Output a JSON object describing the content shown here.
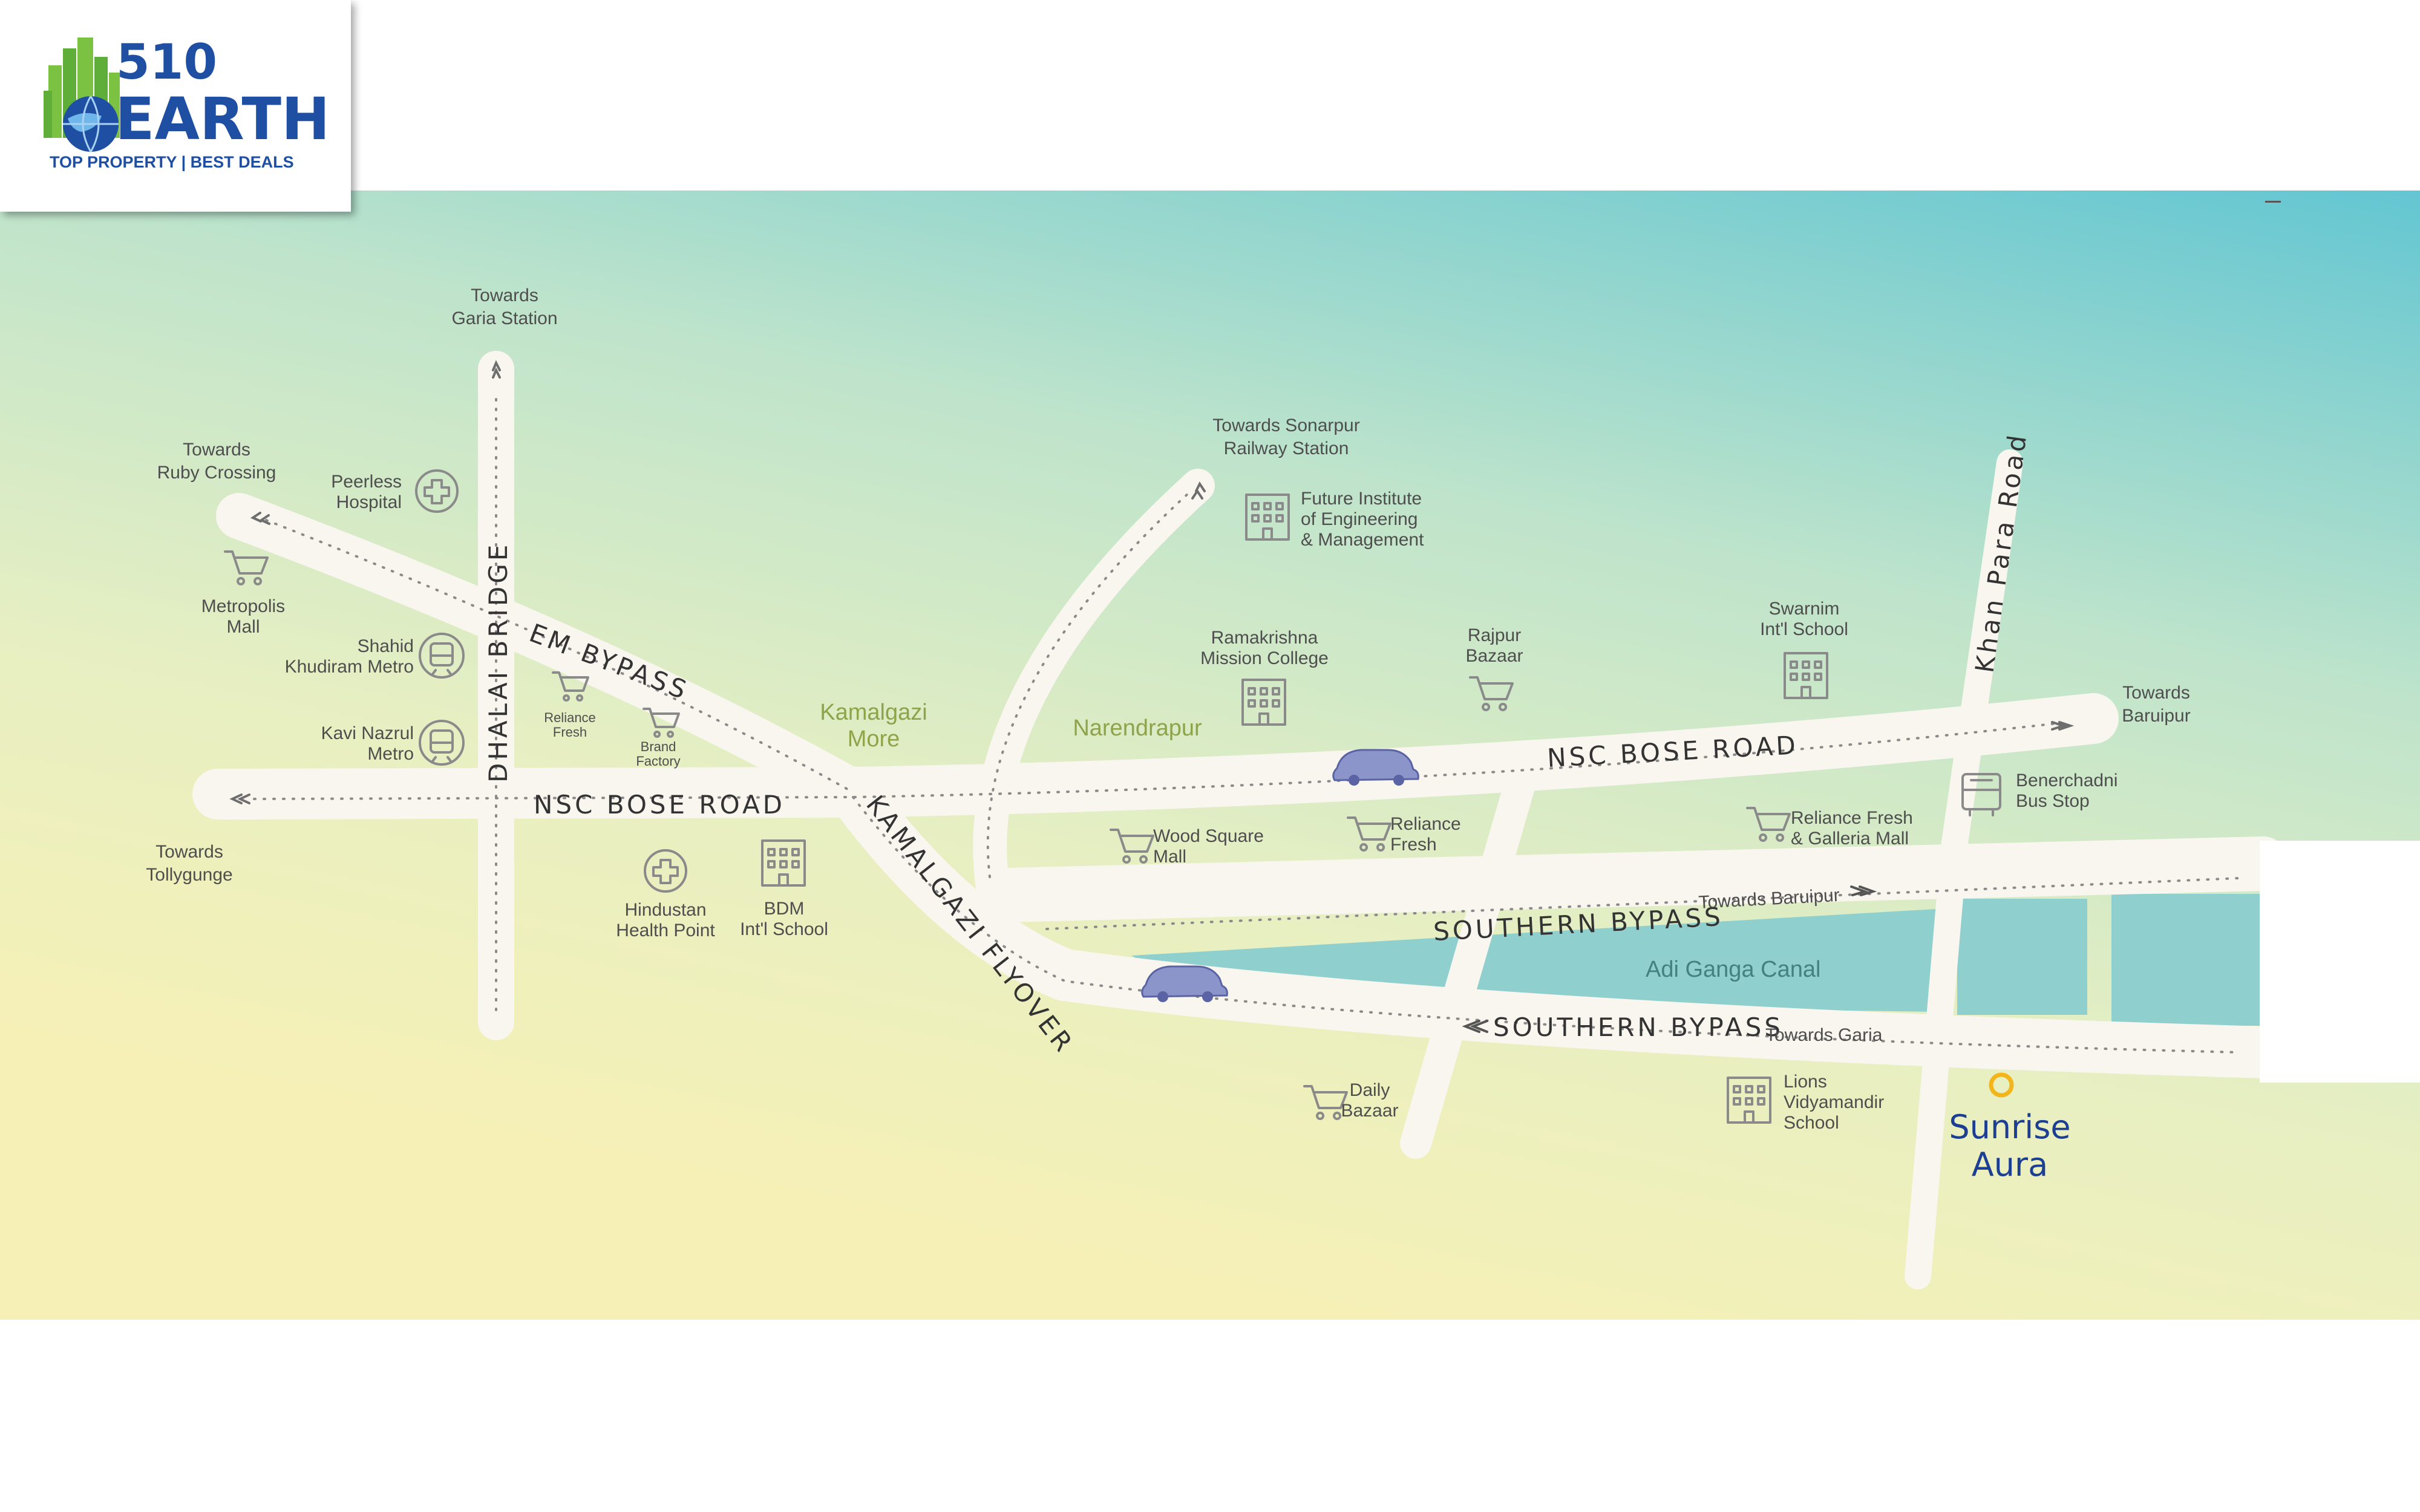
{
  "brand": {
    "number": "510",
    "name": "EARTH",
    "tagline": "TOP PROPERTY | BEST DEALS",
    "colors": {
      "blue": "#1e4fa3",
      "green": "#7cc242"
    }
  },
  "map": {
    "background_colors": {
      "top_right": "#63c6d2",
      "middle": "#cfe6c2",
      "bottom": "#f5f0b8"
    },
    "road_color": "#f9f6ef",
    "canal_color": "#8fd0cf",
    "roads": {
      "em_bypass": "EM BYPASS",
      "nsc_left": "NSC BOSE ROAD",
      "nsc_right": "NSC BOSE ROAD",
      "dhalai": "DHALAI BRIDGE",
      "flyover": "KAMALGAZI FLYOVER",
      "southern_top": "SOUTHERN BYPASS",
      "southern_top_dir": "Towards Baruipur",
      "southern_bottom": "SOUTHERN BYPASS",
      "southern_bottom_dir": "Towards Garia",
      "khan_para": "Khan Para Road"
    },
    "canal": "Adi Ganga Canal",
    "directions": {
      "garia_station": [
        "Towards",
        "Garia Station"
      ],
      "ruby": [
        "Towards",
        "Ruby Crossing"
      ],
      "sonarpur": [
        "Towards Sonarpur",
        "Railway Station"
      ],
      "baruipur": [
        "Towards",
        "Baruipur"
      ],
      "tollygunge": [
        "Towards",
        "Tollygunge"
      ]
    },
    "localities": {
      "kamalgazi": [
        "Kamalgazi",
        "More"
      ],
      "narendrapur": "Narendrapur"
    },
    "places": {
      "peerless": [
        "Peerless",
        "Hospital"
      ],
      "metropolis": [
        "Metropolis",
        "Mall"
      ],
      "shahid": [
        "Shahid",
        "Khudiram Metro"
      ],
      "kavi": [
        "Kavi Nazrul",
        "Metro"
      ],
      "reliance_small": [
        "Reliance",
        "Fresh"
      ],
      "brand_factory": [
        "Brand",
        "Factory"
      ],
      "hindustan": [
        "Hindustan",
        "Health Point"
      ],
      "bdm": [
        "BDM",
        "Int'l School"
      ],
      "future": [
        "Future Institute",
        "of Engineering",
        "& Management"
      ],
      "ramakrishna": [
        "Ramakrishna",
        "Mission College"
      ],
      "rajpur": [
        "Rajpur",
        "Bazaar"
      ],
      "swarnim": [
        "Swarnim",
        "Int'l School"
      ],
      "wood_square": [
        "Wood Square",
        "Mall"
      ],
      "reliance_mid": [
        "Reliance",
        "Fresh"
      ],
      "reliance_galleria": [
        "Reliance Fresh",
        "& Galleria Mall"
      ],
      "benerchadni": [
        "Benerchadni",
        "Bus Stop"
      ],
      "daily": [
        "Daily",
        "Bazaar"
      ],
      "lions": [
        "Lions",
        "Vidyamandir",
        "School"
      ]
    },
    "project": {
      "line1": "Sunrise",
      "line2": "Aura",
      "color": "#1c3f94",
      "marker_color": "#f2b51c"
    }
  }
}
